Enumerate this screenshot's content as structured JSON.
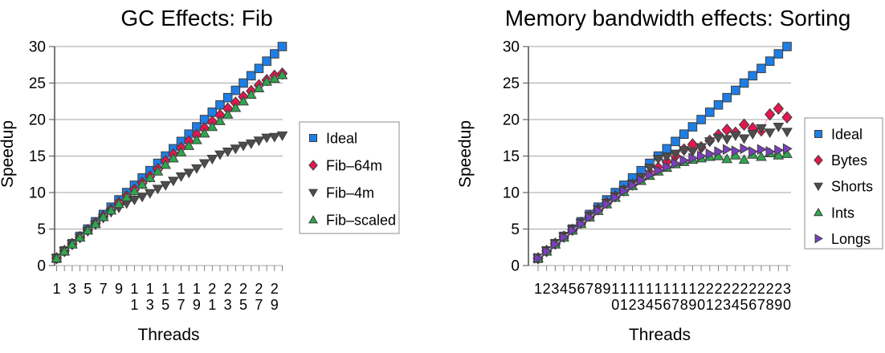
{
  "page": {
    "background": "#ffffff"
  },
  "chart_data": [
    {
      "type": "scatter",
      "title": "GC Effects: Fib",
      "xlabel": "Threads",
      "ylabel": "Speedup",
      "xlim": [
        1,
        30
      ],
      "ylim": [
        0,
        30
      ],
      "yticks": [
        0,
        5,
        10,
        15,
        20,
        25,
        30
      ],
      "xtick_label_step": 2,
      "grid": "horizontal",
      "legend_position": "right",
      "x": [
        1,
        2,
        3,
        4,
        5,
        6,
        7,
        8,
        9,
        10,
        11,
        12,
        13,
        14,
        15,
        16,
        17,
        18,
        19,
        20,
        21,
        22,
        23,
        24,
        25,
        26,
        27,
        28,
        29,
        30
      ],
      "series": [
        {
          "name": "Ideal",
          "marker": "square",
          "color": "#1e7ee5",
          "line_color": null,
          "values": [
            1,
            2,
            3,
            4,
            5,
            6,
            7,
            8,
            9,
            10,
            11,
            12,
            13,
            14,
            15,
            16,
            17,
            18,
            19,
            20,
            21,
            22,
            23,
            24,
            25,
            26,
            27,
            28,
            29,
            30
          ]
        },
        {
          "name": "Fib–64m",
          "marker": "diamond",
          "color": "#e5174f",
          "line_color": "#f5a8c0",
          "values": [
            1,
            2,
            2.95,
            3.9,
            4.85,
            5.8,
            6.75,
            7.65,
            8.6,
            9.5,
            10.4,
            11.3,
            12.2,
            13.2,
            14.3,
            15.2,
            16.1,
            17,
            17.9,
            18.8,
            19.7,
            20.6,
            21.5,
            22.3,
            23.1,
            23.9,
            24.7,
            25.4,
            26,
            26.3
          ]
        },
        {
          "name": "Fib–4m",
          "marker": "triangle-down",
          "color": "#4d4d4d",
          "line_color": "#b3b3b3",
          "values": [
            1,
            1.95,
            2.9,
            3.8,
            4.7,
            5.6,
            6.5,
            7.3,
            7.9,
            8.5,
            9,
            9.4,
            9.9,
            10.5,
            11,
            11.6,
            12.2,
            12.7,
            13.3,
            14,
            14.6,
            15.2,
            15.6,
            16,
            16.4,
            16.7,
            17.1,
            17.5,
            17.6,
            17.8
          ]
        },
        {
          "name": "Fib–scaled",
          "marker": "triangle-up",
          "color": "#2ea64d",
          "line_color": "#a8d9b2",
          "values": [
            1,
            1.95,
            2.9,
            3.85,
            4.8,
            5.7,
            6.65,
            7.55,
            8.45,
            9.35,
            10.2,
            11.1,
            12,
            12.9,
            13.8,
            14.7,
            15.5,
            16.4,
            17.2,
            18.1,
            19,
            19.8,
            20.7,
            21.6,
            22.5,
            23.4,
            24.3,
            25.2,
            25.6,
            26.1
          ]
        }
      ]
    },
    {
      "type": "scatter",
      "title": "Memory bandwidth effects: Sorting",
      "xlabel": "Threads",
      "ylabel": "Speedup",
      "xlim": [
        1,
        30
      ],
      "ylim": [
        0,
        30
      ],
      "yticks": [
        0,
        5,
        10,
        15,
        20,
        25,
        30
      ],
      "xtick_label_step": 1,
      "grid": "horizontal",
      "legend_position": "right",
      "x": [
        1,
        2,
        3,
        4,
        5,
        6,
        7,
        8,
        9,
        10,
        11,
        12,
        13,
        14,
        15,
        16,
        17,
        18,
        19,
        20,
        21,
        22,
        23,
        24,
        25,
        26,
        27,
        28,
        29,
        30
      ],
      "series": [
        {
          "name": "Ideal",
          "marker": "square",
          "color": "#1e7ee5",
          "line_color": null,
          "values": [
            1,
            2,
            3,
            4,
            5,
            6,
            7,
            8,
            9,
            10,
            11,
            12,
            13,
            14,
            15,
            16,
            17,
            18,
            19,
            20,
            21,
            22,
            23,
            24,
            25,
            26,
            27,
            28,
            29,
            30
          ]
        },
        {
          "name": "Bytes",
          "marker": "diamond",
          "color": "#e5174f",
          "line_color": "#f5a8c0",
          "values": [
            1,
            2,
            3,
            3.95,
            4.9,
            5.85,
            6.8,
            7.7,
            8.6,
            9.5,
            10.3,
            11.1,
            11.9,
            12.7,
            13.4,
            14.2,
            15,
            15.9,
            16.6,
            16.2,
            17.1,
            17.9,
            18.6,
            18.2,
            19.3,
            18.8,
            18.5,
            20.7,
            21.5,
            20.3
          ]
        },
        {
          "name": "Shorts",
          "marker": "triangle-down",
          "color": "#4d4d4d",
          "line_color": "#b3b3b3",
          "values": [
            1,
            2,
            3,
            3.95,
            4.9,
            5.8,
            6.75,
            7.65,
            8.55,
            9.45,
            10.35,
            11.2,
            12.1,
            13.4,
            14.6,
            14.9,
            15.3,
            15.8,
            15.6,
            16.2,
            17,
            17.5,
            17.3,
            17.8,
            17.4,
            18,
            18.8,
            18.2,
            19,
            18.3
          ]
        },
        {
          "name": "Ints",
          "marker": "triangle-up",
          "color": "#2ea64d",
          "line_color": "#a8d9b2",
          "values": [
            1,
            1.95,
            2.9,
            3.85,
            4.8,
            5.7,
            6.6,
            7.5,
            8.4,
            9.3,
            10.1,
            10.9,
            11.6,
            12.3,
            12.9,
            13.4,
            13.9,
            14.2,
            14.5,
            14.7,
            14.9,
            15,
            14.6,
            15.1,
            14.5,
            15.2,
            14.9,
            15.4,
            15.1,
            15.3
          ]
        },
        {
          "name": "Longs",
          "marker": "triangle-right",
          "color": "#7a3fbd",
          "line_color": "#c3aee4",
          "values": [
            1,
            1.95,
            2.9,
            3.85,
            4.8,
            5.7,
            6.6,
            7.5,
            8.4,
            9.3,
            10.2,
            11,
            11.7,
            12.4,
            13,
            13.5,
            14,
            14.4,
            14.7,
            15,
            15.3,
            15.6,
            15.9,
            15.7,
            16,
            15.6,
            15.9,
            15.6,
            15.8,
            16
          ]
        }
      ]
    }
  ]
}
